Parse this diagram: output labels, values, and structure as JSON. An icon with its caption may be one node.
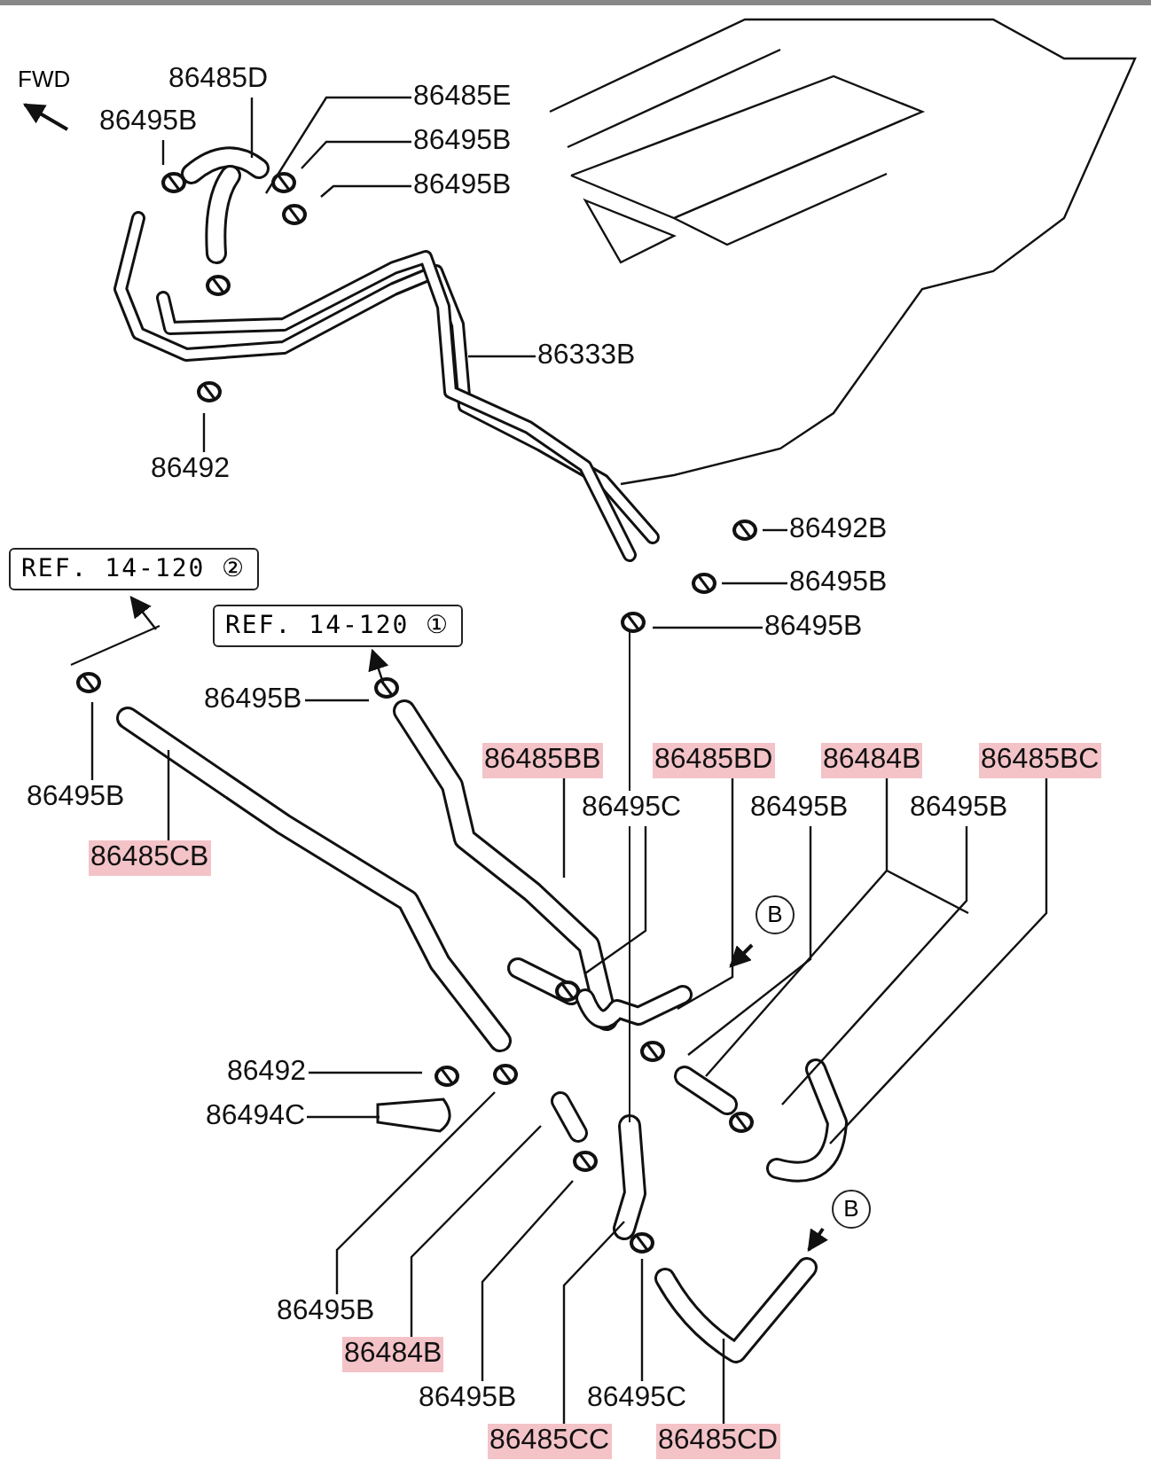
{
  "diagram": {
    "nodes": [
      {
        "text": [
          "86485D"
        ]
      },
      {
        "text": [
          "86485E"
        ]
      },
      {
        "text": [
          "86495B"
        ]
      },
      {
        "text": [
          "86495B"
        ]
      },
      {
        "text": [
          "86495B"
        ]
      },
      {
        "text": [
          "86333B"
        ]
      },
      {
        "text": [
          "86492"
        ]
      },
      {
        "text": [
          "86492B"
        ]
      },
      {
        "text": [
          "86495B"
        ]
      },
      {
        "text": [
          "REF. 14-120 ②"
        ]
      },
      {
        "text": [
          "86495B"
        ]
      },
      {
        "text": [
          "REF. 14-120 ①"
        ]
      },
      {
        "text": [
          "86495B"
        ]
      },
      {
        "text": [
          "86485BB"
        ]
      },
      {
        "text": [
          "86485BD"
        ]
      },
      {
        "text": [
          "86484B"
        ]
      },
      {
        "text": [
          "86485BC"
        ]
      },
      {
        "text": [
          "86495B"
        ]
      },
      {
        "text": [
          "86495C"
        ]
      },
      {
        "text": [
          "86495B"
        ]
      },
      {
        "text": [
          "86495B"
        ]
      },
      {
        "text": [
          "86485CB"
        ]
      },
      {
        "text": [
          "86492"
        ]
      },
      {
        "text": [
          "86494C"
        ]
      },
      {
        "text": [
          "86495B"
        ]
      },
      {
        "text": [
          "86484B"
        ]
      },
      {
        "text": [
          "86495B"
        ]
      },
      {
        "text": [
          "86495C"
        ]
      },
      {
        "text": [
          "86485CC"
        ]
      },
      {
        "text": [
          "86485CD"
        ]
      }
    ],
    "edges": [
      {
        "from": 0,
        "to": null,
        "arrow": "none"
      },
      {
        "from": 1,
        "to": null,
        "arrow": "none"
      },
      {
        "from": 2,
        "to": null,
        "arrow": "none"
      },
      {
        "from": 3,
        "to": null,
        "arrow": "none"
      },
      {
        "from": 4,
        "to": null,
        "arrow": "none"
      },
      {
        "from": 5,
        "to": null,
        "arrow": "none"
      },
      {
        "from": 6,
        "to": null,
        "arrow": "none"
      },
      {
        "from": 7,
        "to": null,
        "arrow": "none"
      },
      {
        "from": 8,
        "to": null,
        "arrow": "none"
      },
      {
        "from": 10,
        "to": null,
        "arrow": "none"
      },
      {
        "from": 12,
        "to": null,
        "arrow": "none"
      },
      {
        "from": 13,
        "to": null,
        "arrow": "none"
      },
      {
        "from": 14,
        "to": null,
        "arrow": "none"
      },
      {
        "from": 15,
        "to": null,
        "arrow": "none"
      },
      {
        "from": 16,
        "to": null,
        "arrow": "none"
      },
      {
        "from": 17,
        "to": null,
        "arrow": "none"
      },
      {
        "from": 18,
        "to": null,
        "arrow": "none"
      },
      {
        "from": 19,
        "to": null,
        "arrow": "none"
      },
      {
        "from": 20,
        "to": null,
        "arrow": "none"
      },
      {
        "from": 21,
        "to": null,
        "arrow": "none"
      },
      {
        "from": 22,
        "to": null,
        "arrow": "none"
      },
      {
        "from": 23,
        "to": null,
        "arrow": "none"
      },
      {
        "from": 24,
        "to": null,
        "arrow": "none"
      },
      {
        "from": 25,
        "to": null,
        "arrow": "none"
      },
      {
        "from": 26,
        "to": null,
        "arrow": "none"
      },
      {
        "from": 27,
        "to": null,
        "arrow": "none"
      },
      {
        "from": 28,
        "to": null,
        "arrow": "none"
      },
      {
        "from": 29,
        "to": null,
        "arrow": "none"
      },
      {
        "from": null,
        "to": 9,
        "arrow": "to"
      },
      {
        "from": null,
        "to": 11,
        "arrow": "to"
      }
    ],
    "labels": [
      "FWD",
      "B",
      "B"
    ]
  }
}
